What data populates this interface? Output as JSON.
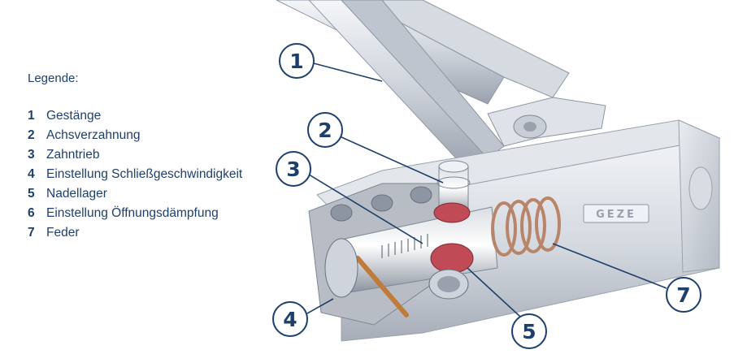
{
  "legend": {
    "title": "Legende:",
    "items": [
      {
        "num": "1",
        "label": "Gestänge"
      },
      {
        "num": "2",
        "label": "Achsverzahnung"
      },
      {
        "num": "3",
        "label": "Zahntrieb"
      },
      {
        "num": "4",
        "label": "Einstellung Schließgeschwindigkeit"
      },
      {
        "num": "5",
        "label": "Nadellager"
      },
      {
        "num": "6",
        "label": "Einstellung Öffnungsdämpfung"
      },
      {
        "num": "7",
        "label": "Feder"
      }
    ]
  },
  "callouts": [
    {
      "num": "1"
    },
    {
      "num": "2"
    },
    {
      "num": "3"
    },
    {
      "num": "4"
    },
    {
      "num": "5"
    },
    {
      "num": "7"
    }
  ],
  "colors": {
    "legend_text": "#1f3f6b",
    "callout_ring": "#1f3f6b",
    "metal_light": "#eef1f5",
    "metal_mid": "#c7ccd5",
    "metal_dark": "#8e95a2"
  },
  "brand_plate": "GEZE"
}
